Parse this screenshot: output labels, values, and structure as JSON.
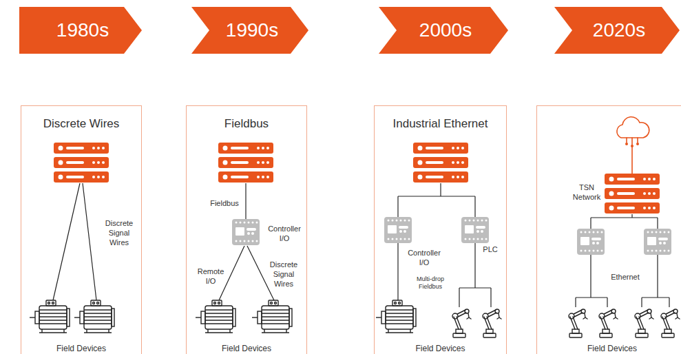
{
  "diagram": {
    "nodes": [
      {
        "text": [
          "1980s"
        ]
      },
      {
        "text": [
          "1990s"
        ]
      },
      {
        "text": [
          "2000s"
        ]
      },
      {
        "text": [
          "2020s"
        ]
      },
      {
        "text": [
          "Discrete Wires",
          "Field Devices"
        ]
      },
      {
        "text": [
          "Fieldbus",
          "Field Devices"
        ]
      },
      {
        "text": [
          "Industrial Ethernet",
          "Field Devices"
        ]
      },
      {
        "text": [
          "Field Devices"
        ]
      }
    ],
    "labels": [
      "Discrete Signal Wires",
      "Fieldbus",
      "Controller I/O",
      "Remote I/O",
      "Discrete Signal Wires",
      "Controller I/O",
      "PLC",
      "Multi-drop Fieldbus",
      "TSN Network",
      "Ethernet"
    ]
  }
}
